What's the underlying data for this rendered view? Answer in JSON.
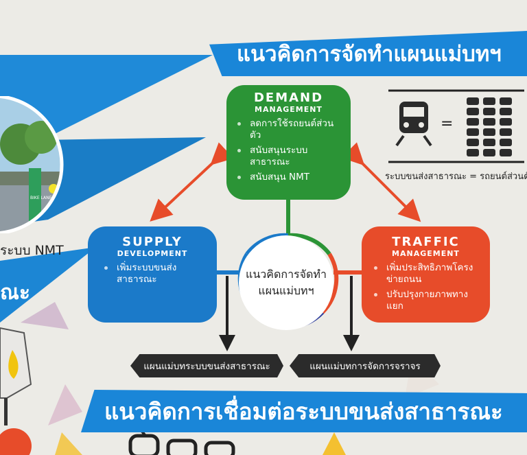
{
  "banners": {
    "top": "แนวคิดการจัดทำแผนแม่บทฯ",
    "bottom": "แนวคิดการเชื่อมต่อระบบขนส่งสาธารณะ"
  },
  "left_panel": {
    "nmt_caption": "ระบบ NMT",
    "partial_word": "ณะ",
    "bike_lane_sign": "BIKE LANE"
  },
  "demand": {
    "title": "DEMAND",
    "subtitle": "MANAGEMENT",
    "items": [
      "ลดการใช้รถยนต์ส่วนตัว",
      "สนับสนุนระบบสาธารณะ",
      "สนับสนุน NMT"
    ]
  },
  "supply": {
    "title": "SUPPLY",
    "subtitle": "DEVELOPMENT",
    "items": [
      "เพิ่มระบบขนส่งสาธารณะ"
    ]
  },
  "traffic": {
    "title": "TRAFFIC",
    "subtitle": "MANAGEMENT",
    "items": [
      "เพิ่มประสิทธิภาพโครงข่ายถนน",
      "ปรับปรุงกายภาพทางแยก"
    ]
  },
  "center": {
    "line1": "แนวคิดการจัดทำ",
    "line2": "แผนแม่บทฯ"
  },
  "outputs": {
    "left": "แผนแม่บทระบบขนส่งสาธารณะ",
    "right": "แผนแม่บทการจัดการจราจร"
  },
  "equation": {
    "equals": "=",
    "caption": "ระบบขนส่งสาธารณะ = รถยนต์ส่วนตัว"
  },
  "colors": {
    "demand": "#2b9436",
    "supply": "#1b7ac9",
    "traffic": "#e74c2a",
    "banner": "#1a86d8",
    "arrow": "#e74c2a"
  }
}
